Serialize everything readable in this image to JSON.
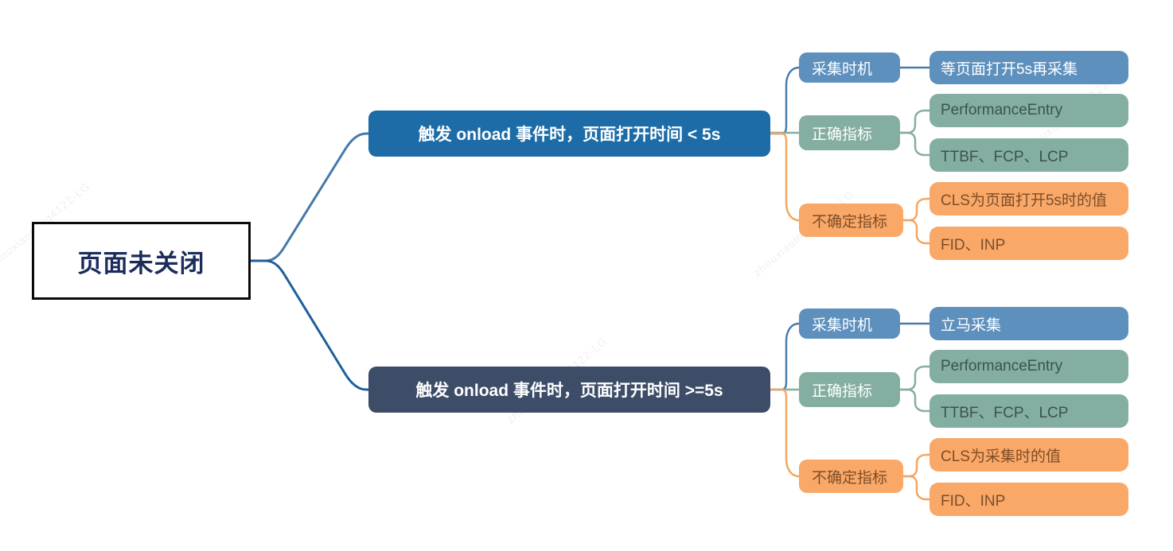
{
  "root": {
    "label": "页面未关闭"
  },
  "branches": [
    {
      "label": "触发 onload 事件时，页面打开时间 < 5s",
      "children": [
        {
          "label": "采集时机",
          "color": "blue",
          "leaves": [
            {
              "label": "等页面打开5s再采集",
              "color": "blue"
            }
          ]
        },
        {
          "label": "正确指标",
          "color": "green",
          "leaves": [
            {
              "label": "PerformanceEntry",
              "color": "green"
            },
            {
              "label": "TTBF、FCP、LCP",
              "color": "green"
            }
          ]
        },
        {
          "label": "不确定指标",
          "color": "orange",
          "leaves": [
            {
              "label": "CLS为页面打开5s时的值",
              "color": "orange"
            },
            {
              "label": "FID、INP",
              "color": "orange"
            }
          ]
        }
      ]
    },
    {
      "label": "触发 onload 事件时，页面打开时间 >=5s",
      "children": [
        {
          "label": "采集时机",
          "color": "blue",
          "leaves": [
            {
              "label": "立马采集",
              "color": "blue"
            }
          ]
        },
        {
          "label": "正确指标",
          "color": "green",
          "leaves": [
            {
              "label": "PerformanceEntry",
              "color": "green"
            },
            {
              "label": "TTBF、FCP、LCP",
              "color": "green"
            }
          ]
        },
        {
          "label": "不确定指标",
          "color": "orange",
          "leaves": [
            {
              "label": "CLS为采集时的值",
              "color": "orange"
            },
            {
              "label": "FID、INP",
              "color": "orange"
            }
          ]
        }
      ]
    }
  ],
  "watermark": {
    "text": "zhouxiaoming4122-LG"
  },
  "colors": {
    "branch1_bg": "#1D6CA7",
    "branch2_bg": "#3D4D68",
    "node_blue": "#5E90BE",
    "node_green": "#84AEA1",
    "node_orange": "#F9A868",
    "text_white": "#FFFFFF",
    "text_green_dark": "#3A544E",
    "text_orange_dark": "#7D4E27",
    "root_text": "#1B2B5C",
    "line_blue_dark": "#1E5E9E",
    "line_blue_steel": "#4679A8",
    "line_child_blue": "#4A7CA9",
    "line_green": "#86AEA0",
    "line_orange": "#F6A55F"
  }
}
